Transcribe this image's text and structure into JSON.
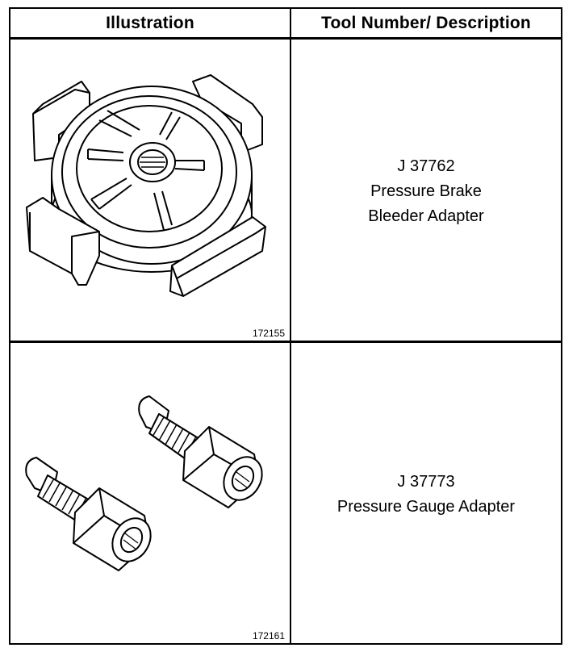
{
  "table": {
    "headers": {
      "illustration": "Illustration",
      "tool": "Tool Number/ Description"
    },
    "rows": [
      {
        "figure_number": "172155",
        "illustration_icon": "brake-bleeder-adapter-illustration",
        "tool_number": "J 37762",
        "description": "Pressure Brake Bleeder Adapter"
      },
      {
        "figure_number": "172161",
        "illustration_icon": "pressure-gauge-adapter-illustration",
        "tool_number": "J 37773",
        "description": "Pressure Gauge Adapter"
      }
    ]
  }
}
